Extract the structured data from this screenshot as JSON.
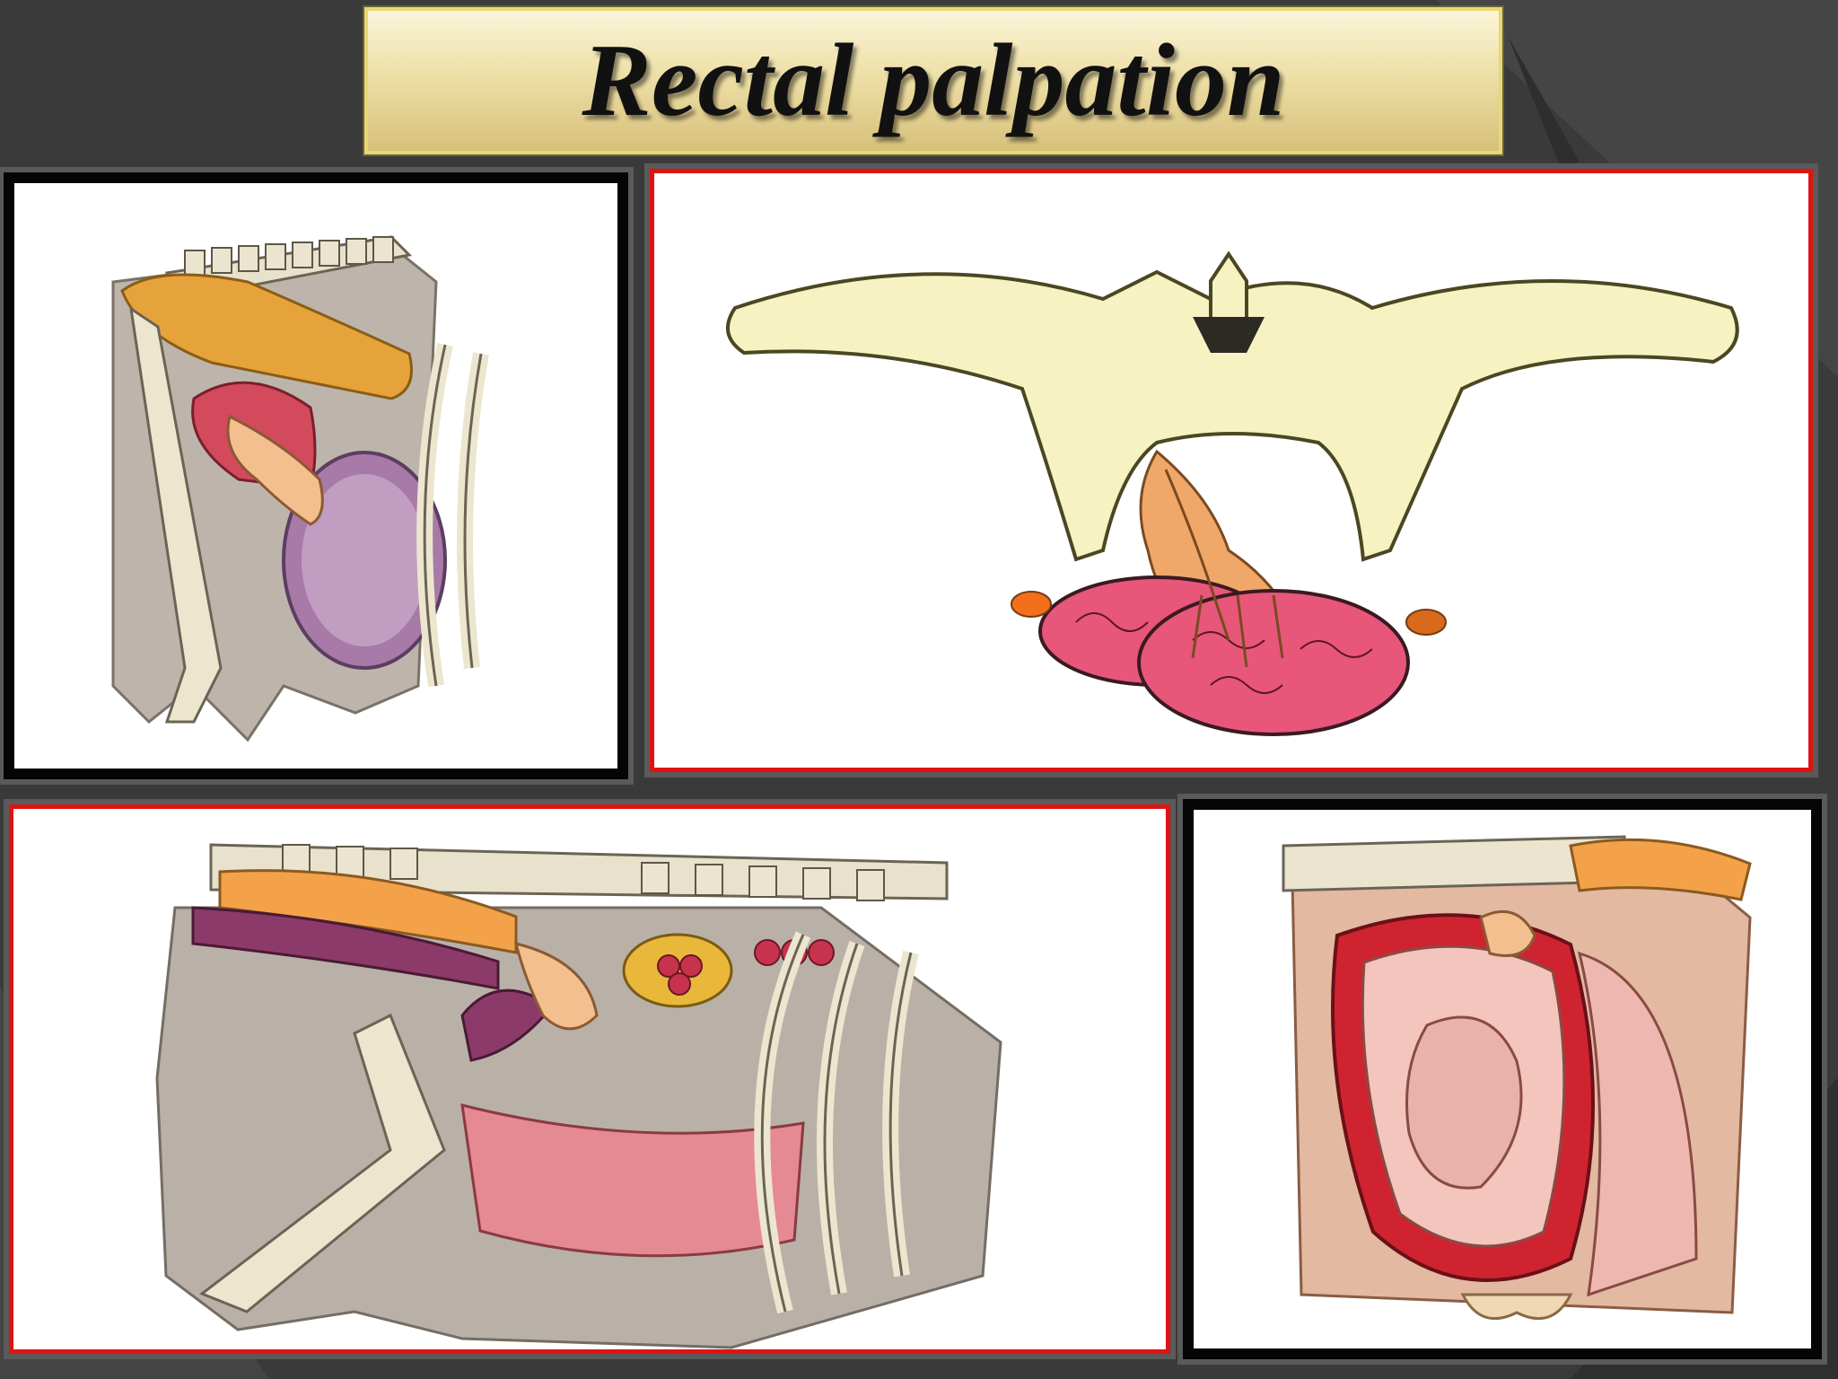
{
  "slide": {
    "title": "Rectal palpation"
  },
  "colors": {
    "background": "#3a3a3a",
    "title_fill": "#eee0a8",
    "title_border": "#e8d870",
    "frame_black": "#050505",
    "frame_red": "#e01212"
  },
  "panels": [
    {
      "frame": "black",
      "content": "cow pelvis lateral illustration"
    },
    {
      "frame": "red",
      "content": "pelvis front view with hand illustration"
    },
    {
      "frame": "red",
      "content": "cow abdomen lateral illustration"
    },
    {
      "frame": "black",
      "content": "uterus with fetus illustration"
    }
  ]
}
